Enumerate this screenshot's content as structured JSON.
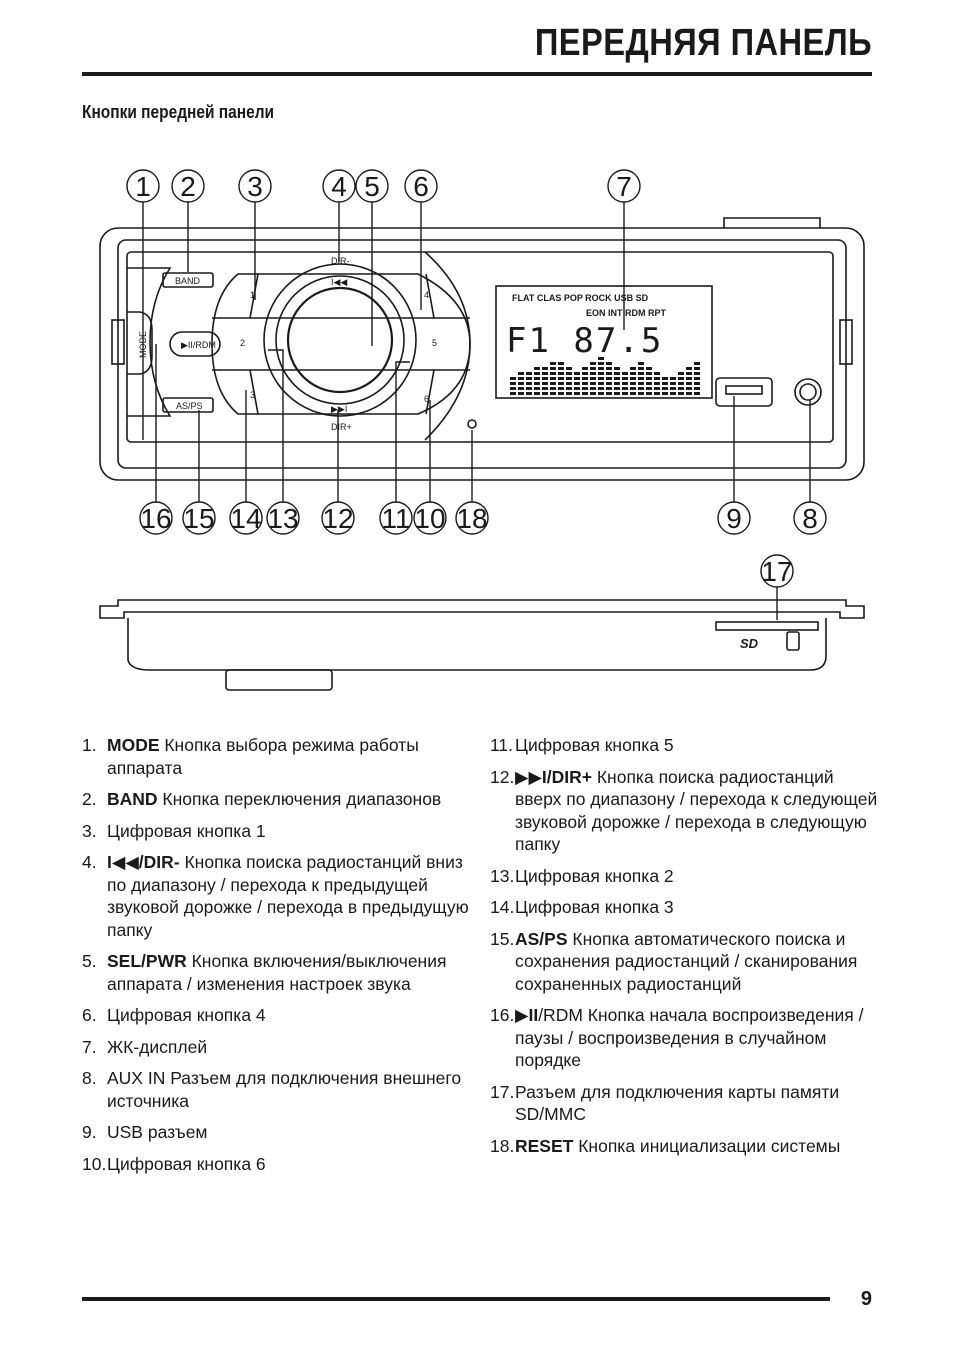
{
  "header": {
    "title": "ПЕРЕДНЯЯ ПАНЕЛЬ",
    "section": "Кнопки передней панели"
  },
  "diagram": {
    "top_callouts": [
      "1",
      "2",
      "3",
      "4",
      "5",
      "6",
      "7"
    ],
    "bottom_callouts": [
      "16",
      "15",
      "14",
      "13",
      "12",
      "11",
      "10",
      "18",
      "9",
      "8"
    ],
    "side_callout": "17",
    "labels": {
      "band": "BAND",
      "mode": "MODE",
      "rdm": "▶II/RDM",
      "asps": "AS/PS",
      "dir_minus": "DIR-",
      "dir_plus": "DIR+",
      "prev": "I◀◀",
      "next": "▶▶I",
      "num1": "1",
      "num2": "2",
      "num3": "3",
      "num4": "4",
      "num5": "5",
      "num6": "6",
      "lcd_row1": "FLAT CLAS POP ROCK USB SD",
      "lcd_row2": "EON INT RDM RPT",
      "lcd_big": "F1  87.5",
      "sd_logo": "SD"
    }
  },
  "list_left": [
    {
      "num": "1.",
      "bold": "MODE",
      "text": " Кнопка выбора режима работы аппарата"
    },
    {
      "num": "2.",
      "bold": "BAND",
      "text": " Кнопка переключения диапазонов"
    },
    {
      "num": "3.",
      "bold": "",
      "text": "Цифровая кнопка 1"
    },
    {
      "num": "4.",
      "bold": "I◀◀/DIR-",
      "text": " Кнопка поиска радиостанций вниз по диапазону / перехода к предыдущей звуковой дорожке / перехода в предыдущую папку"
    },
    {
      "num": "5.",
      "bold": "SEL/PWR",
      "text": " Кнопка включения/выключения аппарата / изменения настроек звука"
    },
    {
      "num": "6.",
      "bold": "",
      "text": "Цифровая кнопка 4"
    },
    {
      "num": "7.",
      "bold": "",
      "text": "ЖК-дисплей"
    },
    {
      "num": "8.",
      "bold": "",
      "text": "AUX IN Разъем для подключения внешнего источника"
    },
    {
      "num": "9.",
      "bold": "",
      "text": "USB разъем"
    },
    {
      "num": "10.",
      "bold": "",
      "text": "Цифровая кнопка 6"
    }
  ],
  "list_right": [
    {
      "num": "11.",
      "bold": "",
      "text": "Цифровая кнопка 5"
    },
    {
      "num": "12.",
      "bold": "▶▶I/DIR+",
      "text": " Кнопка поиска радиостанций вверх по диапазону / перехода к следующей звуковой дорожке / перехода в следующую папку"
    },
    {
      "num": "13.",
      "bold": "",
      "text": "Цифровая кнопка 2"
    },
    {
      "num": "14.",
      "bold": "",
      "text": "Цифровая кнопка 3"
    },
    {
      "num": "15.",
      "bold": "AS/PS",
      "text": " Кнопка автоматического поиска и сохранения радиостанций / сканирования сохраненных радиостанций"
    },
    {
      "num": "16.",
      "bold": "▶II",
      "text": "/RDM Кнопка начала воспроизведения / паузы / воспроизведения в случайном порядке"
    },
    {
      "num": "17.",
      "bold": "",
      "text": "Разъем для подключения карты памяти SD/MMC"
    },
    {
      "num": "18.",
      "bold": "RESET",
      "text": " Кнопка инициализации системы"
    }
  ],
  "footer": {
    "page_number": "9"
  }
}
